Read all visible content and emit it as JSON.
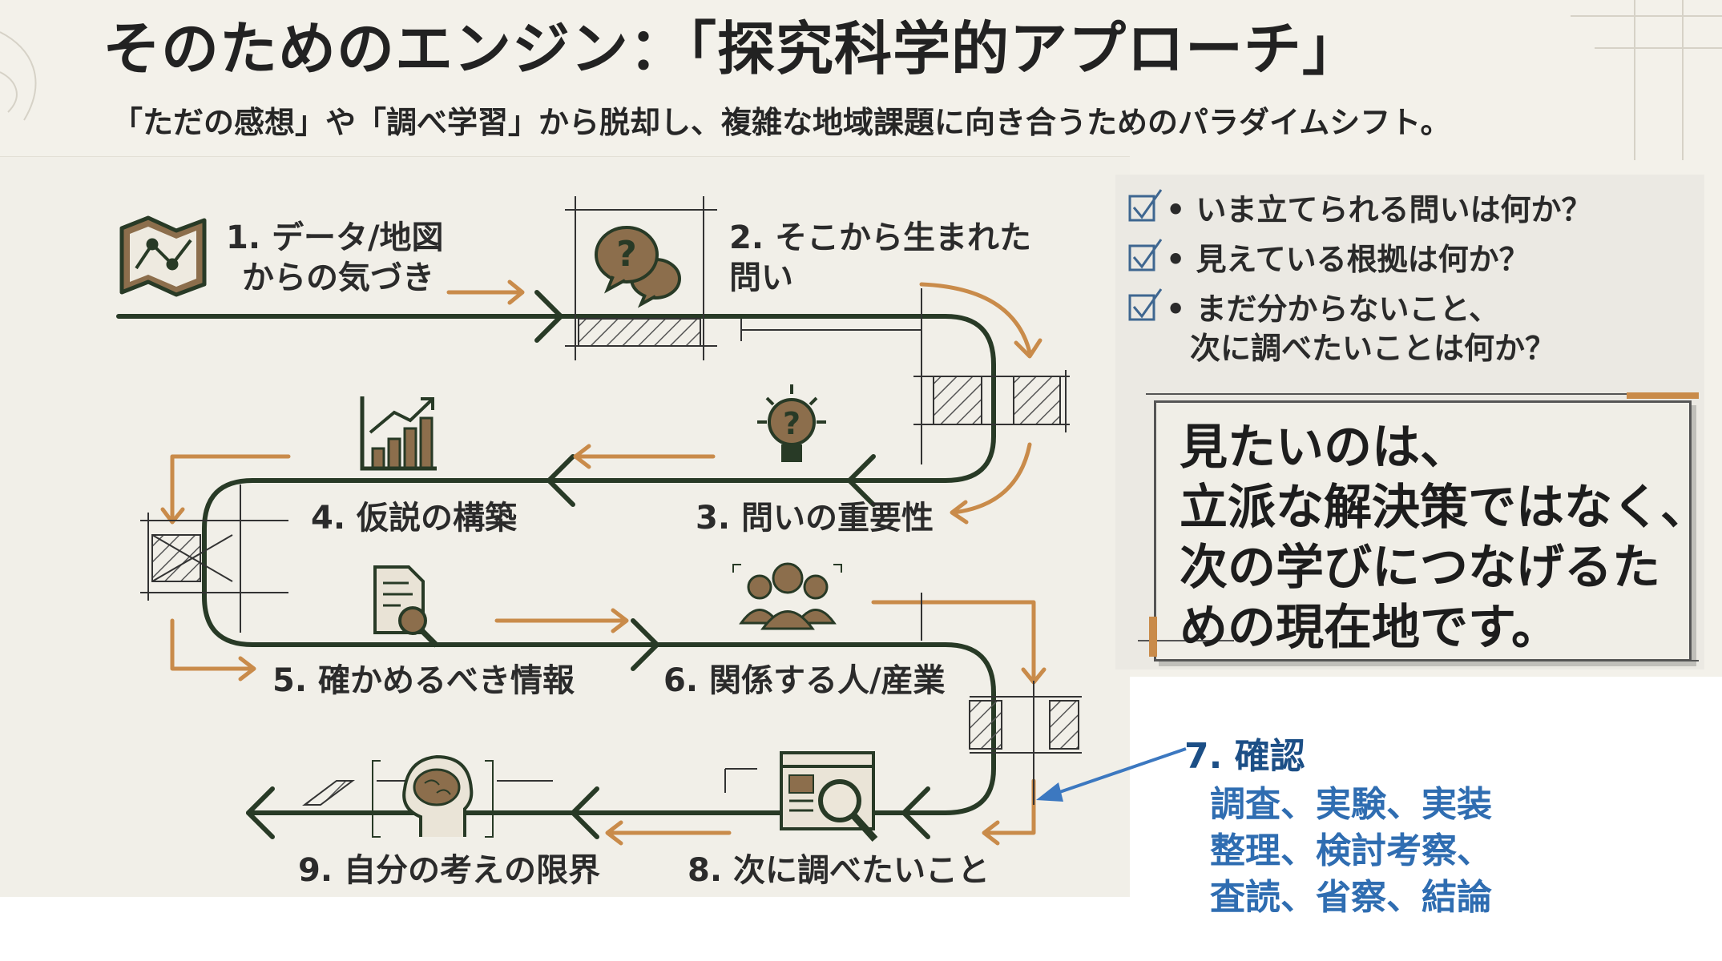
{
  "title": "そのためのエンジン：「探究科学的アプローチ」",
  "subtitle": "「ただの感想」や「調べ学習」から脱却し、複雑な地域課題に向き合うためのパラダイムシフト。",
  "steps": [
    {
      "line1": "1. データ/地図",
      "line2": "からの気づき",
      "icon": "map-icon"
    },
    {
      "line1": "2. そこから生まれた",
      "line2": "問い",
      "icon": "speech-bubble-question-icon"
    },
    {
      "line1": "3. 問いの重要性",
      "icon": "lightbulb-question-icon"
    },
    {
      "line1": "4. 仮説の構築",
      "icon": "growth-chart-icon"
    },
    {
      "line1": "5. 確かめるべき情報",
      "icon": "document-magnifier-icon"
    },
    {
      "line1": "6. 関係する人/産業",
      "icon": "people-group-icon"
    },
    {
      "line1": "8. 次に調べたいこと",
      "icon": "browser-search-icon"
    },
    {
      "line1": "9. 自分の考えの限界",
      "icon": "brain-head-icon"
    }
  ],
  "questions": [
    {
      "line1": "• いま立てられる問いは何か？"
    },
    {
      "line1": "• 見えている根拠は何か？"
    },
    {
      "line1": "• まだ分からないこと、",
      "line2": "次に調べたいことは何か？"
    }
  ],
  "callout": {
    "line1": "見たいのは、",
    "line2": "立派な解決策ではなく、",
    "line3": "次の学びにつなげるた",
    "line4": "めの現在地です。"
  },
  "confirm": {
    "title": "7. 確認",
    "line1": "調査、実験、実装",
    "line2": "整理、検討考察、",
    "line3": "査読、省察、結論"
  },
  "colors": {
    "path": "#283a26",
    "accent": "#c98b4a",
    "icon": "#8c6e4c",
    "confirm_title": "#1c4f86",
    "confirm_text": "#2f6db1",
    "arrow_blue": "#3c78c0"
  }
}
